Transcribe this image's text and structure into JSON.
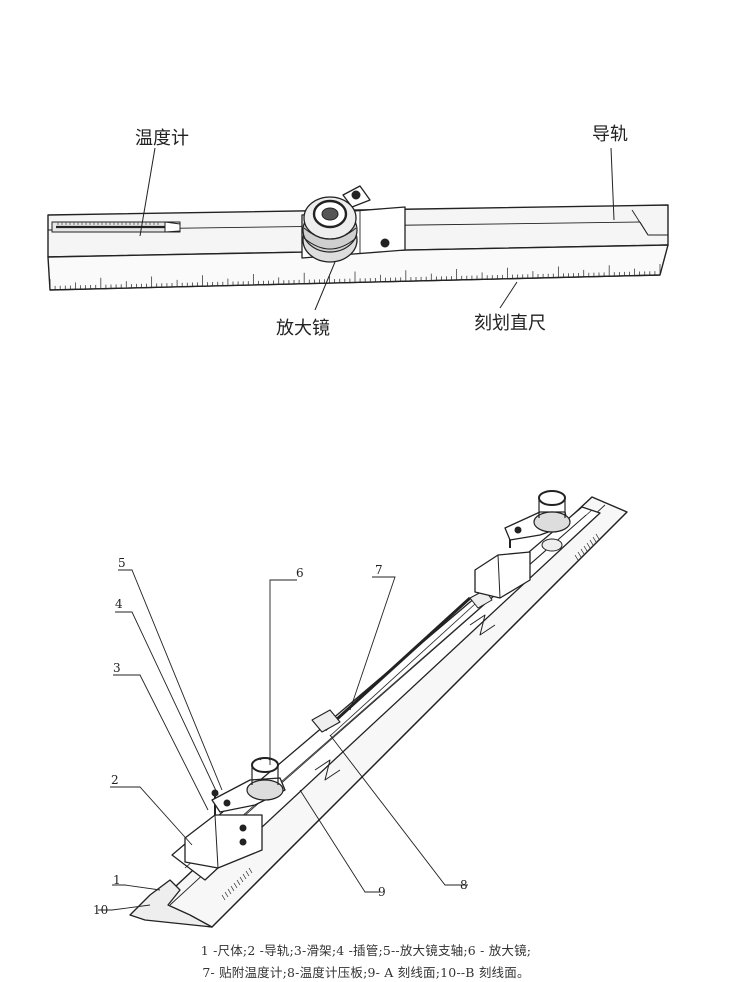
{
  "top_figure": {
    "labels": {
      "thermometer": "温度计",
      "guide_rail": "导轨",
      "magnifier": "放大镜",
      "scale_ruler": "刻划直尺"
    }
  },
  "bottom_figure": {
    "numbers": [
      "1",
      "2",
      "3",
      "4",
      "5",
      "6",
      "7",
      "8",
      "9",
      "10"
    ],
    "caption_line1": "1 -尺体;2 -导轨;3-滑架;4 -插管;5--放大镜支轴;6 - 放大镜;",
    "caption_line2": "7- 贴附温度计;8-温度计压板;9- A 刻线面;10--B 刻线面。"
  }
}
